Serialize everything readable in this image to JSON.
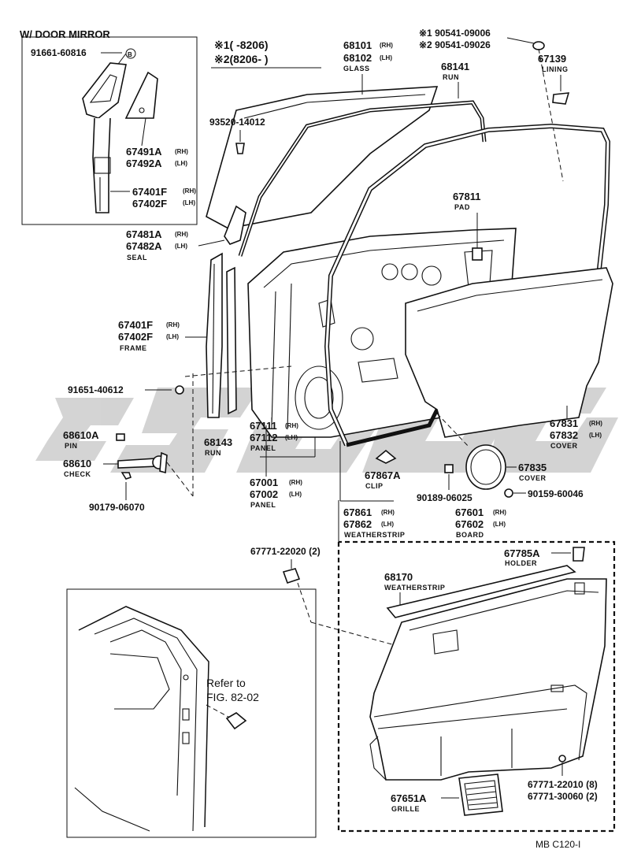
{
  "inset_mirror": {
    "title": "W/ DOOR MIRROR",
    "bolt": "91661-60816",
    "bolt_mark": "B",
    "cover_rh": "67491A",
    "cover_rh_side": "(RH)",
    "cover_lh": "67492A",
    "cover_lh_side": "(LH)",
    "frame_rh": "67401F",
    "frame_rh_side": "(RH)",
    "frame_lh": "67402F",
    "frame_lh_side": "(LH)"
  },
  "notes": {
    "n1": "※1(      -8206)",
    "n2": "※2(8206-      )"
  },
  "labels": {
    "glass_rh": "68101",
    "glass_rh_side": "(RH)",
    "glass_lh": "68102",
    "glass_lh_side": "(LH)",
    "glass_name": "GLASS",
    "screw1": "※1 90541-09006",
    "screw2": "※2 90541-09026",
    "run_top": "68141",
    "run_top_name": "RUN",
    "lining": "67139",
    "lining_name": "LINING",
    "bolt_93520": "93520-14012",
    "pad": "67811",
    "pad_name": "PAD",
    "seal_rh": "67481A",
    "seal_rh_side": "(RH)",
    "seal_lh": "67482A",
    "seal_lh_side": "(LH)",
    "seal_name": "SEAL",
    "frame_rh": "67401F",
    "frame_rh_side": "(RH)",
    "frame_lh": "67402F",
    "frame_lh_side": "(LH)",
    "frame_name": "FRAME",
    "bolt_91651": "91651-40612",
    "pin": "68610A",
    "pin_name": "PIN",
    "check": "68610",
    "check_name": "CHECK",
    "nut_90179": "90179-06070",
    "run_lower": "68143",
    "run_lower_name": "RUN",
    "panel_rh": "67111",
    "panel_rh_side": "(RH)",
    "panel_lh": "67112",
    "panel_lh_side": "(LH)",
    "panel_name": "PANEL",
    "panel2_rh": "67001",
    "panel2_rh_side": "(RH)",
    "panel2_lh": "67002",
    "panel2_lh_side": "(LH)",
    "panel2_name": "PANEL",
    "clip": "67867A",
    "clip_name": "CLIP",
    "ws_rh": "67861",
    "ws_rh_side": "(RH)",
    "ws_lh": "67862",
    "ws_lh_side": "(LH)",
    "ws_name": "WEATHERSTRIP",
    "nut_90189": "90189-06025",
    "cover_rh": "67831",
    "cover_rh_side": "(RH)",
    "cover_lh": "67832",
    "cover_lh_side": "(LH)",
    "cover_name": "COVER",
    "spk_cover": "67835",
    "spk_cover_name": "COVER",
    "screw_90159": "90159-60046",
    "board_rh": "67601",
    "board_rh_side": "(RH)",
    "board_lh": "67602",
    "board_lh_side": "(LH)",
    "board_name": "BOARD",
    "clip_67771": "67771-22020 (2)",
    "holder": "67785A",
    "holder_name": "HOLDER",
    "ws2": "68170",
    "ws2_name": "WEATHERSTRIP",
    "refer1": "Refer to",
    "refer2": "FIG. 82-02",
    "clip_22010": "67771-22010 (8)",
    "clip_30060": "67771-30060 (2)",
    "grille": "67651A",
    "grille_name": "GRILLE",
    "fig_code": "MB  C120-I"
  },
  "watermark": {
    "color": "#b8b8b8"
  }
}
